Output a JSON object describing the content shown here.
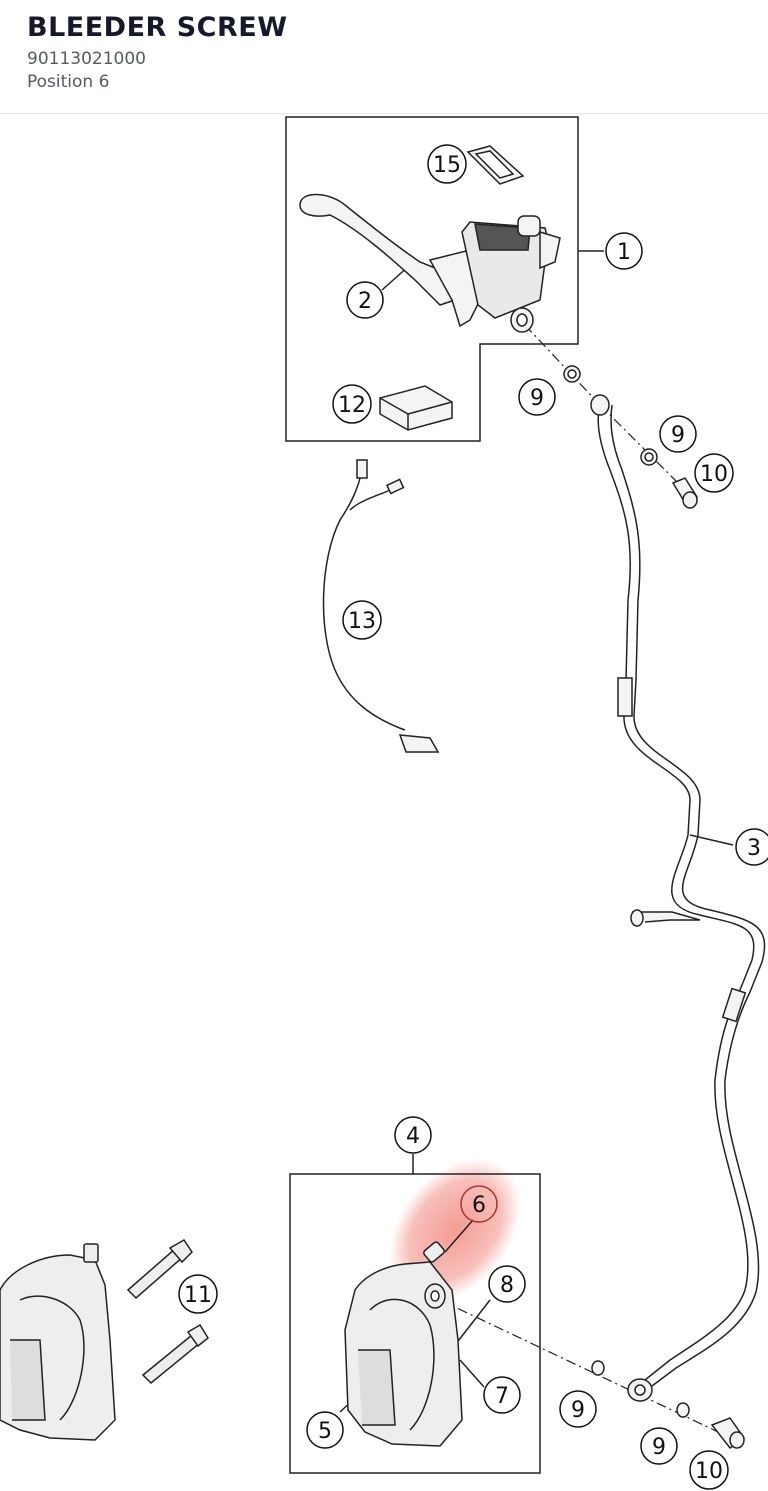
{
  "part": {
    "name": "BLEEDER SCREW",
    "number": "90113021000",
    "position": "Position 6"
  },
  "diagram": {
    "highlighted_callout": "6",
    "highlight_color": "#f28b82",
    "line_color": "#222222",
    "callouts": [
      {
        "id": "c15",
        "label": "15"
      },
      {
        "id": "c1",
        "label": "1"
      },
      {
        "id": "c2",
        "label": "2"
      },
      {
        "id": "c9a",
        "label": "9"
      },
      {
        "id": "c12",
        "label": "12"
      },
      {
        "id": "c9b",
        "label": "9"
      },
      {
        "id": "c10a",
        "label": "10"
      },
      {
        "id": "c13",
        "label": "13"
      },
      {
        "id": "c3",
        "label": "3"
      },
      {
        "id": "c4",
        "label": "4"
      },
      {
        "id": "c6",
        "label": "6"
      },
      {
        "id": "c8",
        "label": "8"
      },
      {
        "id": "c11",
        "label": "11"
      },
      {
        "id": "c7",
        "label": "7"
      },
      {
        "id": "c5",
        "label": "5"
      },
      {
        "id": "c9c",
        "label": "9"
      },
      {
        "id": "c9d",
        "label": "9"
      },
      {
        "id": "c10b",
        "label": "10"
      }
    ]
  }
}
